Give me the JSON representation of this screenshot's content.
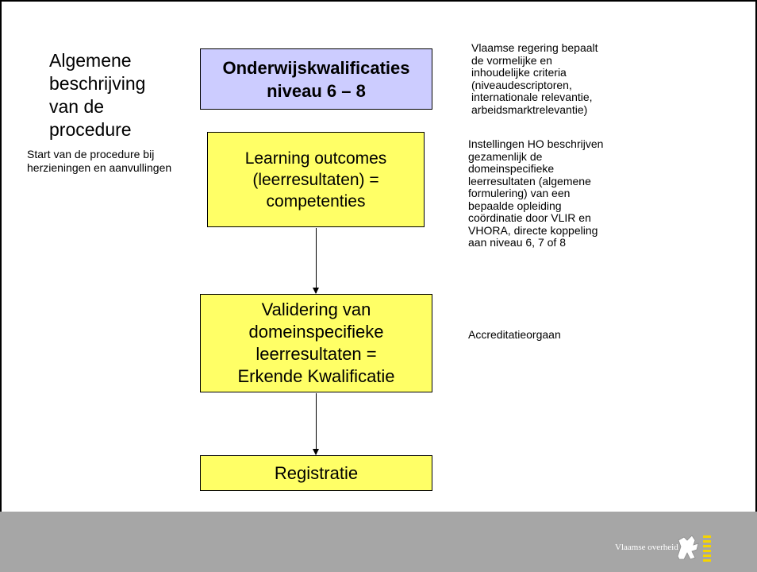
{
  "title": [
    "Algemene",
    "beschrijving",
    "van de",
    "procedure"
  ],
  "start_note": "Start van de procedure bij herzieningen en aanvullingen",
  "boxes": {
    "qualifications": [
      "Onderwijskwalificaties",
      "niveau 6 – 8"
    ],
    "learning_outcomes": [
      "Learning outcomes",
      "(leerresultaten) =",
      "competenties"
    ],
    "validation": [
      "Validering van",
      "domeinspecifieke",
      "leerresultaten =",
      "Erkende Kwalificatie"
    ],
    "registration": "Registratie"
  },
  "notes": {
    "government": [
      "Vlaamse regering bepaalt",
      "de vormelijke en",
      "inhoudelijke criteria",
      "(niveaudescriptoren,",
      "internationale relevantie,",
      "arbeidsmarktrelevantie)"
    ],
    "institutions": [
      "Instellingen HO beschrijven",
      "gezamenlijk de",
      "domeinspecifieke",
      "leerresultaten (algemene",
      "formulering)  van een",
      "bepaalde opleiding",
      "coördinatie door VLIR en",
      "VHORA, directe koppeling",
      "aan niveau 6, 7 of 8"
    ],
    "accreditation": "Accreditatieorgaan"
  },
  "footer": {
    "logo_text": "Vlaamse overheid",
    "logo_icon": "flemish-lion-icon"
  },
  "colors": {
    "top_box": "#ccccff",
    "yellow_box": "#ffff66",
    "footer": "#a6a6a6",
    "logo_accent": "#f5d400"
  }
}
